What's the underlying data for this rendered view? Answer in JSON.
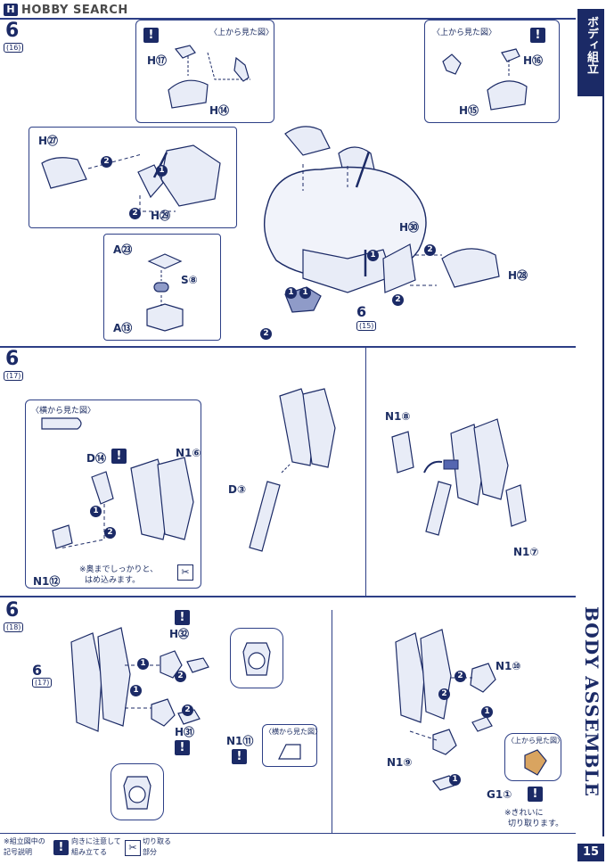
{
  "header": {
    "logo_text": "H",
    "site_name": "HOBBY SEARCH"
  },
  "side_tab": {
    "title": "ボディ組立",
    "vertical_label": "BODY ASSEMBLE",
    "page_number": "15"
  },
  "colors": {
    "ink": "#1b2a66",
    "line": "#2d3f86",
    "part_fill": "#e8ecf7",
    "accent": "#5566b0"
  },
  "section1": {
    "step": "6",
    "sub": "(16)",
    "callout_left": {
      "label_top": "〈上から見た図〉",
      "part_a": "H⑰",
      "part_b": "H⑭"
    },
    "callout_right": {
      "label_top": "〈上から見た図〉",
      "part_a": "H⑯",
      "part_b": "H⑮"
    },
    "left_box": {
      "part_a": "H㉗",
      "part_b": "H㉙"
    },
    "lower_box": {
      "part_a": "A㉓",
      "part_b": "S⑧",
      "part_c": "A⑬"
    },
    "right_parts": {
      "part_a": "H㉚",
      "part_b": "H㉘"
    },
    "base_step": "6",
    "base_sub": "(15)"
  },
  "section2": {
    "step": "6",
    "sub": "(17)",
    "callout": {
      "label_top": "〈横から見た図〉",
      "part_a": "D⑭",
      "part_b": "N1⑥",
      "part_c": "N1⑫",
      "note_line1": "※奥までしっかりと、",
      "note_line2": "はめ込みます。"
    },
    "part_d": "D③",
    "right": {
      "part_a": "N1⑧",
      "part_b": "N1⑦"
    }
  },
  "section3": {
    "step": "6",
    "sub": "(18)",
    "ref_step": "6",
    "ref_sub": "(17)",
    "left": {
      "part_a": "H㉜",
      "part_b": "H㉛",
      "part_c": "N1⑪"
    },
    "side_view_label": "〈横から見た図〉",
    "right": {
      "part_a": "N1⑩",
      "part_b": "N1⑨",
      "part_c": "G1①",
      "top_view_label": "〈上から見た図〉",
      "note_line1": "※きれいに",
      "note_line2": "切り取ります。"
    }
  },
  "legend": {
    "title_line1": "※組立図中の",
    "title_line2": "記号説明",
    "item1_line1": "向きに注意して",
    "item1_line2": "組み立てる",
    "item2_line1": "切り取る",
    "item2_line2": "部分"
  }
}
